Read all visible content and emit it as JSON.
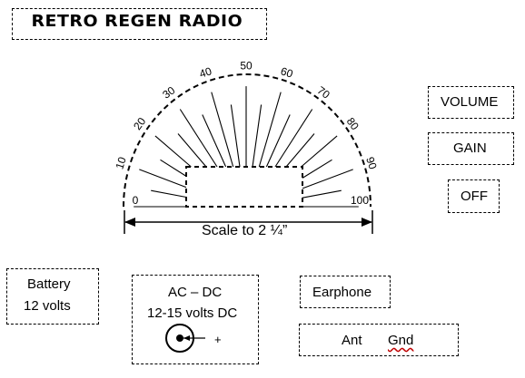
{
  "title": "RETRO REGEN RADIO",
  "dial": {
    "tick_labels": [
      "0",
      "10",
      "20",
      "30",
      "40",
      "50",
      "60",
      "70",
      "80",
      "90",
      "100"
    ],
    "scale_label": "Scale to 2 ¼”"
  },
  "controls": {
    "volume": "VOLUME",
    "gain": "GAIN",
    "off": "OFF"
  },
  "battery": {
    "line1": "Battery",
    "line2": "12 volts"
  },
  "power_jack": {
    "line1": "AC – DC",
    "line2": "12-15 volts DC",
    "polarity": "+"
  },
  "earphone": "Earphone",
  "antenna": {
    "ant": "Ant",
    "gnd": "Gnd"
  }
}
